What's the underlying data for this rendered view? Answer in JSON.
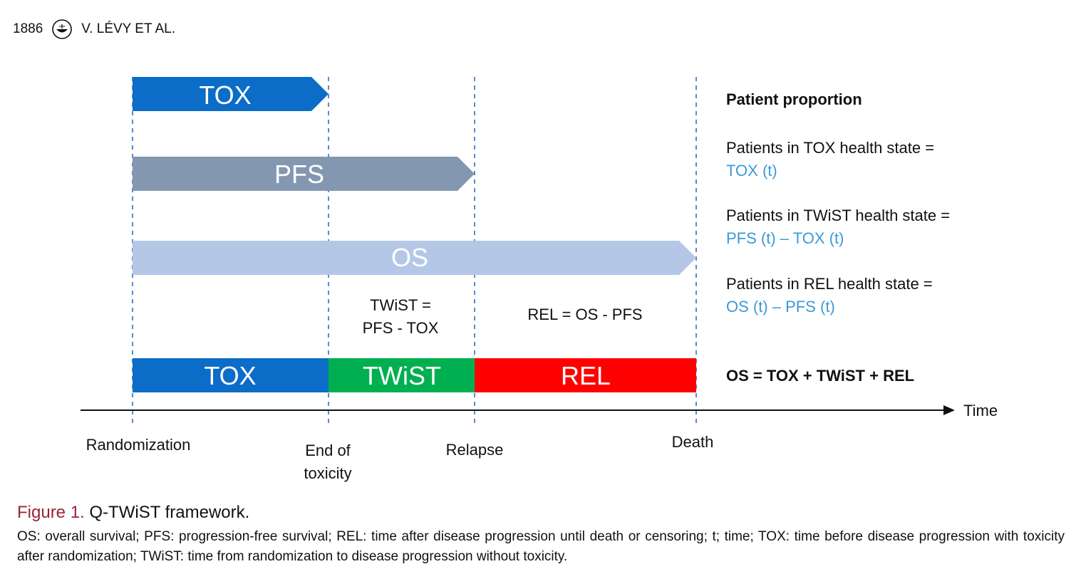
{
  "header": {
    "page_number": "1886",
    "authors": "V. LÉVY ET AL."
  },
  "bars": {
    "tox": {
      "label": "TOX",
      "color": "#0b6dc7"
    },
    "pfs": {
      "label": "PFS",
      "color": "#8497b0"
    },
    "os": {
      "label": "OS",
      "color": "#b4c7e7"
    }
  },
  "segments": {
    "tox": {
      "label": "TOX",
      "color": "#0b6dc7"
    },
    "twist": {
      "label": "TWiST",
      "color": "#00b050"
    },
    "rel": {
      "label": "REL",
      "color": "#ff0000"
    }
  },
  "formulas": {
    "twist_line1": "TWiST =",
    "twist_line2": "PFS - TOX",
    "rel": "REL = OS - PFS"
  },
  "axis": {
    "label": "Time",
    "events": {
      "randomization": "Randomization",
      "end_of_toxicity_line1": "End of",
      "end_of_toxicity_line2": "toxicity",
      "relapse": "Relapse",
      "death": "Death"
    }
  },
  "legend": {
    "title": "Patient proportion",
    "tox_line1": "Patients in TOX health state =",
    "tox_line2": "TOX (t)",
    "twist_line1": "Patients in TWiST health state =",
    "twist_line2": "PFS (t) – TOX (t)",
    "rel_line1": "Patients in REL health state =",
    "rel_line2": "OS (t) – PFS (t)",
    "total": "OS = TOX + TWiST + REL",
    "formula_color": "#3a9ad9"
  },
  "caption": {
    "figure_label": "Figure 1.",
    "title": "Q-TWiST framework.",
    "body": "OS: overall survival; PFS: progression-free survival; REL: time after disease progression until death or censoring; t; time; TOX: time before disease progression with toxicity after randomization; TWiST: time from randomization to disease progression without toxicity."
  }
}
